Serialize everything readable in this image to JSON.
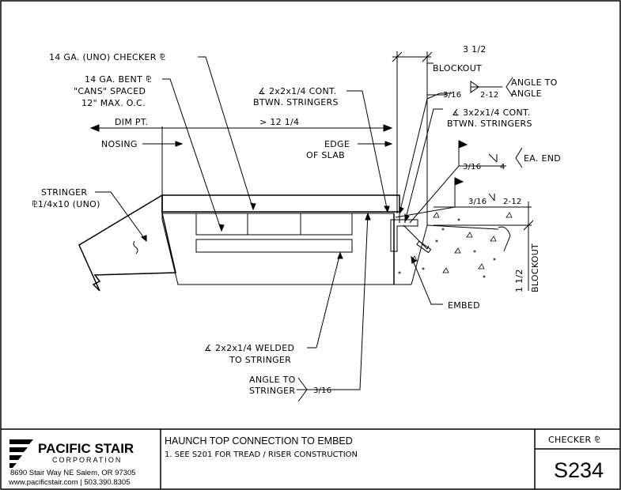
{
  "drawing": {
    "labels": {
      "checker_plate": "14 GA. (UNO) CHECKER ⅊",
      "bent_plate_1": "14 GA. BENT ⅊",
      "bent_plate_2": "\"CANS\" SPACED",
      "bent_plate_3": "12\" MAX. O.C.",
      "angle_cont_1": "∡ 2x2x1/4 CONT.",
      "angle_cont_2": "BTWN. STRINGERS",
      "dim_pt": "DIM PT.",
      "dim_12": "> 12 1/4",
      "nosing": "NOSING",
      "edge_slab_1": "EDGE",
      "edge_slab_2": "OF SLAB",
      "stringer_1": "STRINGER",
      "stringer_2": "⅊1/4x10 (UNO)",
      "dim_3_half": "3 1/2",
      "blockout": "BLOCKOUT",
      "weld_3_16_a": "3/16",
      "weld_2_12_a": "2-12",
      "angle_to_angle_1": "ANGLE TO",
      "angle_to_angle_2": "ANGLE",
      "angle_3x2_1": "∡ 3x2x1/4 CONT.",
      "angle_3x2_2": "BTWN. STRINGERS",
      "weld_3_16_b": "3/16",
      "weld_4": "4",
      "ea_end": "EA. END",
      "weld_3_16_c": "3/16",
      "weld_2_12_c": "2-12",
      "dim_1_half": "1 1/2",
      "blockout_v": "BLOCKOUT",
      "embed": "EMBED",
      "welded_angle_1": "∡ 2x2x1/4 WELDED",
      "welded_angle_2": "TO STRINGER",
      "angle_stringer_1": "ANGLE TO",
      "angle_stringer_2": "STRINGER",
      "weld_3_16_d": "3/16"
    }
  },
  "title_block": {
    "company_name": "PACIFIC STAIR",
    "company_sub": "CORPORATION",
    "address": "8690 Stair Way NE Salem, OR 97305",
    "contact": "www.pacificstair.com  |  503.390.8305",
    "title": "HAUNCH TOP CONNECTION TO EMBED",
    "note": "1.  SEE S201 FOR TREAD / RISER CONSTRUCTION",
    "category": "CHECKER ⅊",
    "sheet_number": "S234"
  }
}
